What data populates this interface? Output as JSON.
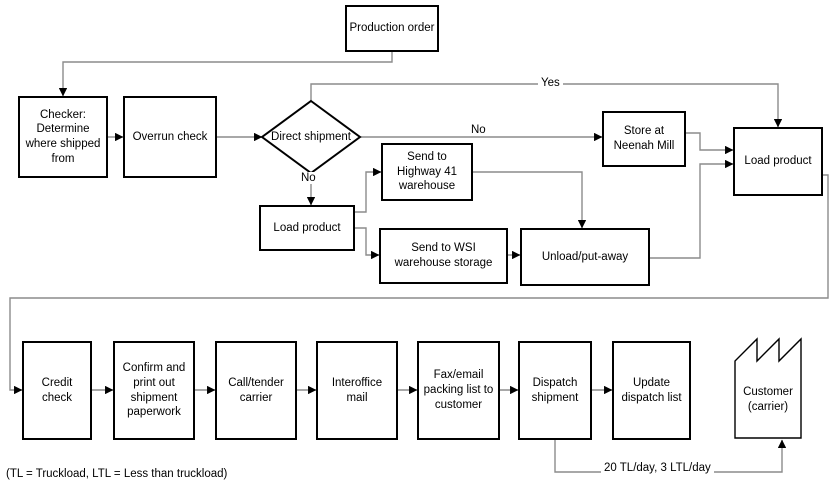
{
  "diagram": {
    "title_node": "Production order",
    "legend_note": "(TL = Truckload, LTL = Less than truckload)",
    "nodes": {
      "production_order": "Production order",
      "checker": "Checker: Determine where shipped from",
      "overrun_check": "Overrun check",
      "direct_shipment": "Direct shipment",
      "load_product_mid": "Load product",
      "send_highway41": "Send to Highway 41 warehouse",
      "send_wsi": "Send to WSI warehouse storage",
      "unload_putaway": "Unload/put-away",
      "store_neenah": "Store at Neenah Mill",
      "load_product_right": "Load product",
      "credit_check": "Credit check",
      "confirm_print": "Confirm and print out shipment paperwork",
      "call_tender": "Call/tender carrier",
      "interoffice_mail": "Interoffice mail",
      "fax_email": "Fax/email packing list to customer",
      "dispatch_shipment": "Dispatch shipment",
      "update_dispatch": "Update dispatch list",
      "customer_carrier": "Customer (carrier)"
    },
    "edge_labels": {
      "yes": "Yes",
      "no_down": "No",
      "no_right": "No",
      "throughput": "20 TL/day,  3 LTL/day"
    },
    "colors": {
      "node_border": "#000000",
      "connector": "#8c8c8c",
      "background": "#ffffff",
      "text": "#000000"
    }
  }
}
